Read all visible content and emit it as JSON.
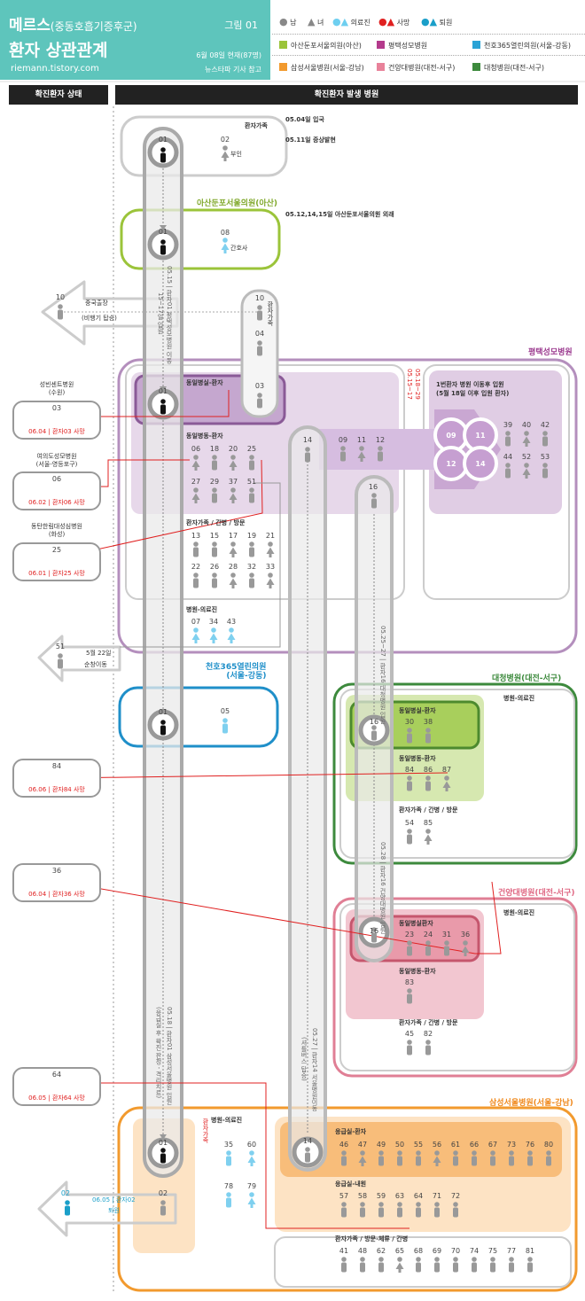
{
  "header": {
    "title_main": "메르스",
    "title_sub": "(중동호흡기증후군)",
    "subtitle": "환자 상관관계",
    "url": "riemann.tistory.com",
    "figure_no": "그림 01",
    "as_of": "6월 08일 현재(87명)",
    "source": "뉴스타파 기사 참고"
  },
  "legend": {
    "male": "남",
    "female": "녀",
    "medical": "의료진",
    "death": "사망",
    "discharged": "퇴원",
    "hospitals": [
      {
        "name": "아산둔포서울의원(아산)",
        "color": "#9bc43a"
      },
      {
        "name": "평택성모병원",
        "color": "#b43a8c"
      },
      {
        "name": "천호365열린의원(서울-강동)",
        "color": "#2aa3d6"
      },
      {
        "name": "삼성서울병원(서울-강남)",
        "color": "#f29a2e"
      },
      {
        "name": "건양대병원(대전-서구)",
        "color": "#e8829a"
      },
      {
        "name": "대청병원(대전-서구)",
        "color": "#3d8a3d"
      }
    ]
  },
  "sections": {
    "left": "확진환자 상태",
    "right": "확진환자 발생 병원"
  },
  "labels": {
    "family_top": "환자가족",
    "wife": "부인",
    "entry": "05.04일 입국",
    "onset": "05.11일 증상발현",
    "asan_visit": "05.12,14,15일 아산둔포서울의원 외래",
    "nurse": "간호사",
    "china_trip": "중국출장",
    "flight": "(비행기 탑승)",
    "family_side": "환자가족",
    "p01_route1": "05.15 | 환자01 평택성모병원 이동",
    "p01_route1b": "15~17일 입원",
    "p_room": "동일병실-환자",
    "p_ward": "동일병동-환자",
    "p_family": "환자가족 / 간병 / 방문",
    "p_medical": "병원-의료진",
    "date_1829": "05.18~29",
    "date_1517": "05.15~17",
    "p_admit1": "1번환자 병원 이동후 입원",
    "p_admit2": "(5월 18일 이후 입원 환자)",
    "cheonho_1": "천호365열린의원",
    "cheonho_2": "(서울-강동)",
    "transfer_date": "5월 22일",
    "transfer": "순창이동",
    "route16a": "05.25~27 | 환자16 대청병원 입원",
    "route16b": "05.28 | 환자16 건양대병원 입원",
    "route01b": "05.18 | 환자01 삼성서울병원 입원",
    "route01c": "(응급실 후 확진 판정 - 격리치료)",
    "route14": "05.27 | 환자14 서울병원이동",
    "route14b": "(셔틀버스 탑승)",
    "daecheong_medical": "병원-의료진",
    "d_room": "동일병실-환자",
    "d_ward": "동일병동-환자",
    "d_family": "환자가족 / 간병 / 방문",
    "k_medical": "병원-의료진",
    "k_room": "동일병실환자",
    "k_ward": "동일병동-환자",
    "k_family": "환자가족 / 간병 / 방문",
    "s_medical": "병원-의료진",
    "s_er": "응급실-환자",
    "s_er_visit": "응급실-내원",
    "s_family": "환자가족 / 방문-체류 / 간병",
    "s_side": "환자가족",
    "discharge_date": "06.05 | 환자02",
    "discharge": "퇴원"
  },
  "hospital_titles": {
    "asan": "아산둔포서울의원(아산)",
    "pyeongtaek": "평택성모병원",
    "daecheong": "대청병원(대전-서구)",
    "konyang": "건양대병원(대전-서구)",
    "samsung": "삼성서울병원(서울-강남)"
  },
  "status": {
    "p03_hosp": "성빈센트병원",
    "p03_hosp2": "(수원)",
    "p03_num": "03",
    "p03_death": "06.04 | 환자03 사망",
    "p06_hosp": "여의도성모병원",
    "p06_hosp2": "(서울-영등포구)",
    "p06_num": "06",
    "p06_death": "06.02 | 환자06 사망",
    "p25_hosp": "동탄한림대성심병원",
    "p25_hosp2": "(화성)",
    "p25_num": "25",
    "p25_death": "06.01 | 환자25 사망",
    "p84_num": "84",
    "p84_death": "06.06 | 환자84 사망",
    "p36_num": "36",
    "p36_death": "06.04 | 환자36 사망",
    "p64_num": "64",
    "p64_death": "06.05 | 환자64 사망"
  },
  "patients": {
    "top_01": "01",
    "top_02": "02",
    "asan_01": "01",
    "asan_08": "08",
    "china_10": "10",
    "side_10": "10",
    "side_04": "04",
    "p_01": "01",
    "p_03": "03",
    "p_14": "14",
    "p_room2": [
      "09",
      "11",
      "12"
    ],
    "p_circle": [
      "09",
      "11",
      "12",
      "14"
    ],
    "p_right": [
      "39",
      "40",
      "42",
      "44",
      "52",
      "53"
    ],
    "p_ward": [
      "06",
      "18",
      "20",
      "25",
      "27",
      "29",
      "37",
      "51"
    ],
    "p_family": [
      "13",
      "15",
      "17",
      "19",
      "21",
      "22",
      "26",
      "28",
      "32",
      "33"
    ],
    "p_medical": [
      "07",
      "34",
      "43"
    ],
    "transfer_51": "51",
    "c_01": "01",
    "c_05": "05",
    "d_16": "16",
    "d_room": [
      "30",
      "38"
    ],
    "d_ward": [
      "84",
      "86",
      "87"
    ],
    "d_family": [
      "54",
      "85"
    ],
    "k_16": "16",
    "k_room": [
      "23",
      "24",
      "31",
      "36"
    ],
    "k_ward": [
      "83"
    ],
    "k_family": [
      "45",
      "82"
    ],
    "s_01": "01",
    "s_02": "02",
    "s_14": "14",
    "d_top16": "16",
    "s_medical": [
      "35",
      "60",
      "78",
      "79"
    ],
    "s_er": [
      "46",
      "47",
      "49",
      "50",
      "55",
      "56",
      "61",
      "66",
      "67",
      "73",
      "76",
      "80"
    ],
    "s_er_visit": [
      "57",
      "58",
      "59",
      "63",
      "64",
      "71",
      "72"
    ],
    "s_family": [
      "41",
      "48",
      "62",
      "65",
      "68",
      "69",
      "70",
      "74",
      "75",
      "77",
      "81"
    ],
    "discharged_02": "02"
  }
}
